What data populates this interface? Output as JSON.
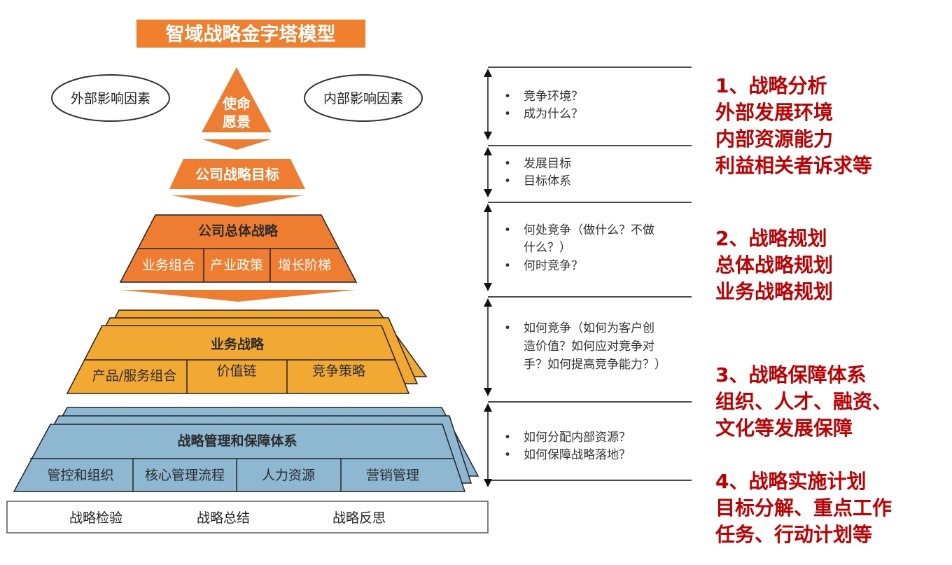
{
  "title": "智域战略金字塔模型",
  "ovals": {
    "external": "外部影响因素",
    "internal": "内部影响因素"
  },
  "pyramid": {
    "mission": {
      "line1": "使命",
      "line2": "愿景"
    },
    "company_goal": "公司战略目标",
    "corporate_strategy": {
      "label": "公司总体战略",
      "cells": [
        "业务组合",
        "产业政策",
        "增长阶梯"
      ]
    },
    "business_strategy": {
      "label": "业务战略",
      "cells": [
        "产品/服务组合",
        "价值链",
        "竞争策略"
      ]
    },
    "management_system": {
      "label": "战略管理和保障体系",
      "cells": [
        "管控和组织",
        "核心管理流程",
        "人力资源",
        "营销管理"
      ]
    },
    "base": [
      "战略检验",
      "战略总结",
      "战略反思"
    ]
  },
  "questions": [
    [
      "竞争环境？",
      "成为什么？"
    ],
    [
      "发展目标",
      "目标体系"
    ],
    [
      "何处竞争（做什么？不做",
      "什么？）",
      "何时竞争？"
    ],
    [
      "如何竞争（如何为客户创",
      "造价值？如何应对竞争对",
      "手？如何提高竞争能力？）"
    ],
    [
      "如何分配内部资源？",
      "如何保障战略落地？"
    ]
  ],
  "steps": [
    [
      "1、战略分析",
      "外部发展环境",
      "内部资源能力",
      "利益相关者诉求等"
    ],
    [
      "2、战略规划",
      "总体战略规划",
      "业务战略规划"
    ],
    [
      "3、战略保障体系",
      "组织、人才、融资、",
      "文化等发展保障"
    ],
    [
      "4、战略实施计划",
      "目标分解、重点工作",
      "任务、行动计划等"
    ]
  ],
  "colors": {
    "title_bg": "#f07f2e",
    "orange": "#ee7d31",
    "yellow": "#f2a933",
    "blue": "#8eb7d1",
    "red_text": "#c00000"
  }
}
